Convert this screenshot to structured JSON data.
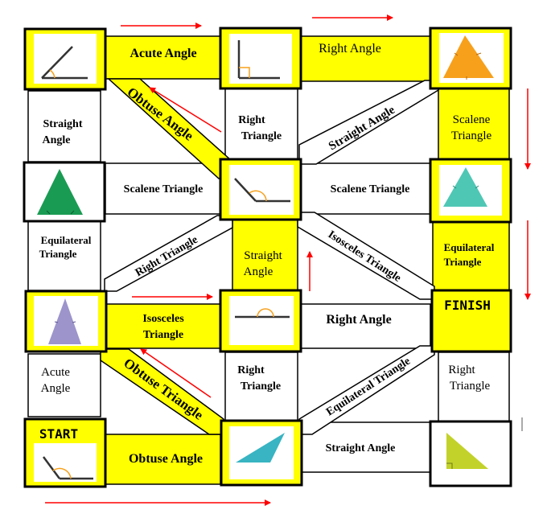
{
  "board": {
    "start_label": "START",
    "finish_label": "FINISH",
    "paths": {
      "top_left": "Acute Angle",
      "top_right": "Right Angle",
      "diag_obtuse_angle": "Obtuse Angle",
      "left_col_top_1": "Straight",
      "left_col_top_2": "Angle",
      "mid_col_top_1": "Right",
      "mid_col_top_2": "Triangle",
      "diag_straight_angle": "Straight Angle",
      "right_col_top_1": "Scalene",
      "right_col_top_2": "Triangle",
      "row2_left": "Scalene Triangle",
      "row2_right": "Scalene Triangle",
      "left_col_mid_1": "Equilateral",
      "left_col_mid_2": "Triangle",
      "diag_right_triangle": "Right Triangle",
      "mid_col_mid_1": "Straight",
      "mid_col_mid_2": "Angle",
      "diag_isosceles": "Isosceles Triangle",
      "right_col_mid_1": "Equilateral",
      "right_col_mid_2": "Triangle",
      "row3_left_1": "Isosceles",
      "row3_left_2": "Triangle",
      "row3_right": "Right Angle",
      "left_col_bot_1": "Acute",
      "left_col_bot_2": "Angle",
      "diag_obtuse_triangle": "Obtuse Triangle",
      "mid_col_bot_1": "Right",
      "mid_col_bot_2": "Triangle",
      "diag_equilateral": "Equilateral Triangle",
      "right_col_bot_1": "Right",
      "right_col_bot_2": "Triangle",
      "row4_left": "Obtuse Angle",
      "row4_right": "Straight Angle"
    },
    "spaces": [
      {
        "id": "r1c1",
        "shape": "acute-angle-icon"
      },
      {
        "id": "r1c2",
        "shape": "right-angle-icon"
      },
      {
        "id": "r1c3",
        "shape": "scalene-triangle-icon"
      },
      {
        "id": "r2c1",
        "shape": "equilateral-triangle-icon"
      },
      {
        "id": "r2c2",
        "shape": "obtuse-angle-icon"
      },
      {
        "id": "r2c3",
        "shape": "isosceles-triangle-icon"
      },
      {
        "id": "r3c1",
        "shape": "isosceles-triangle-icon"
      },
      {
        "id": "r3c2",
        "shape": "straight-angle-icon"
      },
      {
        "id": "r3c3",
        "shape": "finish-space"
      },
      {
        "id": "r4c1",
        "shape": "start-obtuse-angle-icon"
      },
      {
        "id": "r4c2",
        "shape": "obtuse-triangle-icon"
      },
      {
        "id": "r4c3",
        "shape": "right-triangle-icon"
      }
    ],
    "colors": {
      "highlight": "#ffff00",
      "border": "#000000",
      "arrow": "#ff0000",
      "orange": "#f7a01c",
      "green_dark": "#1a9b53",
      "teal": "#4fc7b5",
      "lavender": "#9c94cb",
      "blue": "#38b4c2",
      "lime": "#c3d22a"
    }
  }
}
